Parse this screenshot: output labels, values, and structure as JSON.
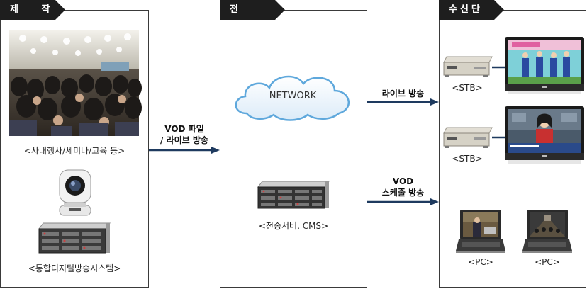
{
  "sections": {
    "production": {
      "title": "제 작"
    },
    "transmission": {
      "title": "전 송"
    },
    "receiver": {
      "title": "수신단"
    }
  },
  "production": {
    "event_caption": "<사내행사/세미나/교육 등>",
    "system_caption": "<통합디지털방송시스템>"
  },
  "transmission": {
    "network_label": "NETWORK",
    "server_caption": "<전송서버, CMS>"
  },
  "flows": {
    "vod_live_line1": "VOD 파일",
    "vod_live_line2": "/ 라이브 방송",
    "live": "라이브 방송",
    "vod_line1": "VOD",
    "vod_line2": "스케줄 방송"
  },
  "receiver": {
    "stb1": "<STB>",
    "stb2": "<STB>",
    "pc1": "<PC>",
    "pc2": "<PC>"
  }
}
